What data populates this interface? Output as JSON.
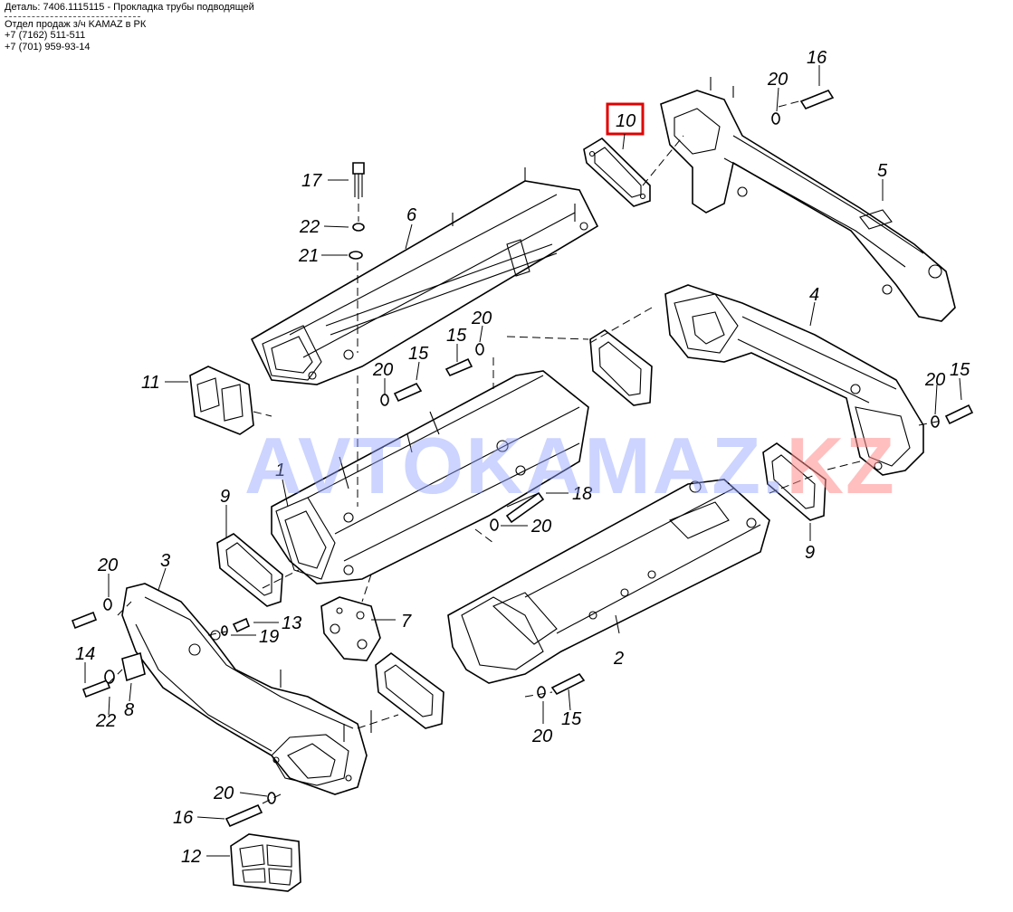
{
  "header": {
    "detail_line": "Деталь: 7406.1115115 - Прокладка трубы подводящей",
    "dept_line": "Отдел продаж з/ч KAMAZ в РК",
    "phone1": "+7 (7162) 511-511",
    "phone2": "+7 (701) 959-93-14"
  },
  "watermark": {
    "main": "AVTOKAMAZ.",
    "suffix": "KZ"
  },
  "highlight": {
    "label": "10",
    "color": "#e00000"
  },
  "callouts": {
    "c16_top": "16",
    "c20_top": "20",
    "c5": "5",
    "c17": "17",
    "c6": "6",
    "c22_top": "22",
    "c21": "21",
    "c15_mid": "15",
    "c20_mid": "20",
    "c15_left": "15",
    "c20_left": "20",
    "c11": "11",
    "c4": "4",
    "c20_right": "20",
    "c15_right": "15",
    "c1": "1",
    "c18": "18",
    "c20_c18": "20",
    "c9_left": "9",
    "c9_right": "9",
    "c3": "3",
    "c20_lower_left": "20",
    "c13": "13",
    "c7": "7",
    "c19": "19",
    "c14": "14",
    "c2": "2",
    "c8": "8",
    "c22_bottom": "22",
    "c20_bottom_mid": "20",
    "c15_bottom": "15",
    "c20_bottom": "20",
    "c16_bottom": "16",
    "c12": "12"
  }
}
